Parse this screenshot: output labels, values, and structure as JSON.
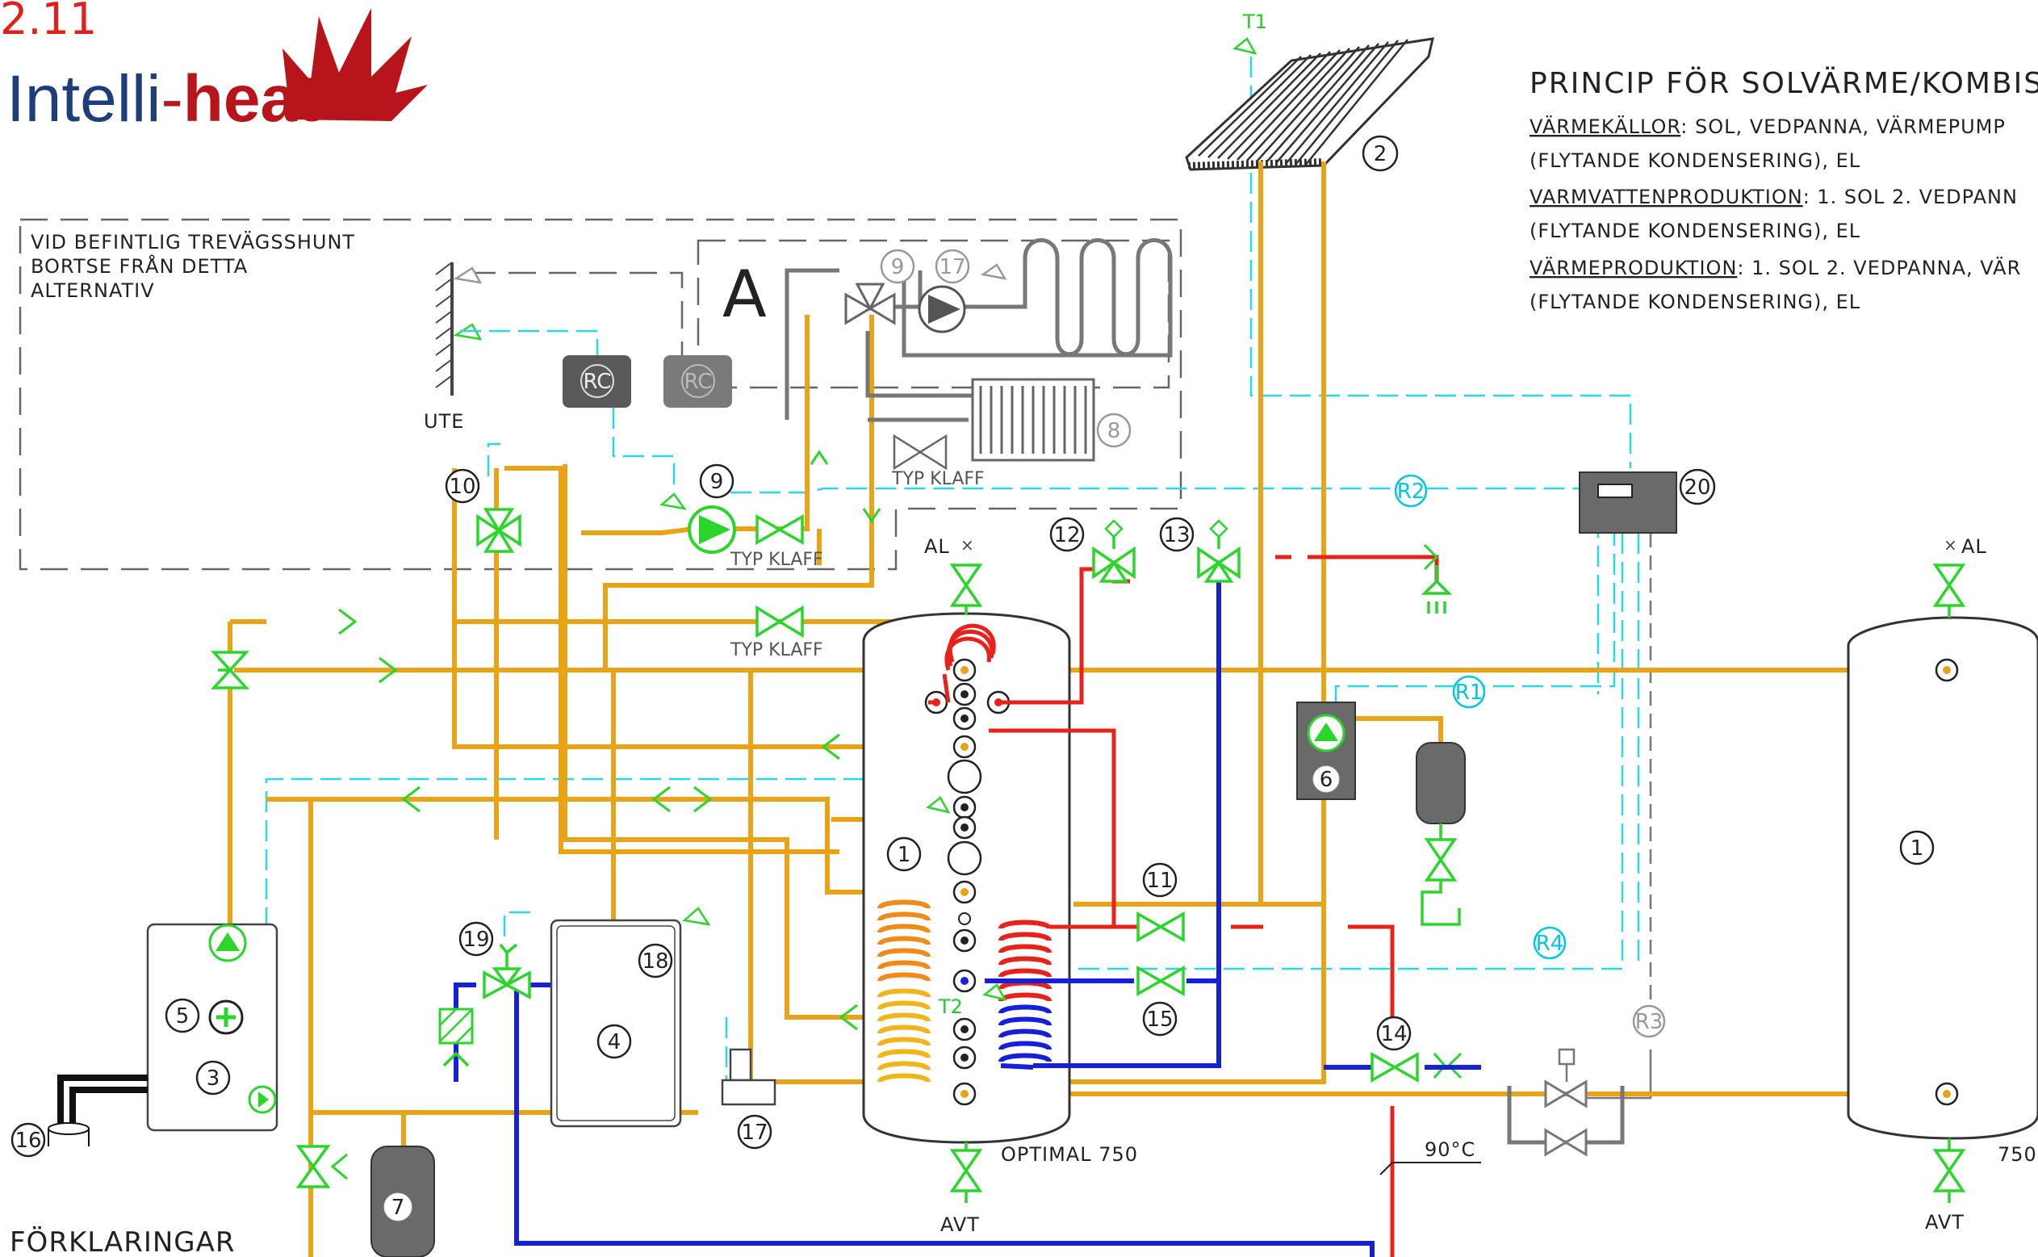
{
  "diagram_number": "2.11",
  "logo": {
    "part1": "Intelli",
    "part2": "heat"
  },
  "header": {
    "title": "PRINCIP FÖR SOLVÄRME/KOMBISYS",
    "lines": [
      {
        "label": "VÄRMEKÄLLOR",
        "text": ": SOL, VEDPANNA, VÄRMEPUMP"
      },
      {
        "label": "",
        "text": "(FLYTANDE KONDENSERING), EL"
      },
      {
        "label": "VARMVATTENPRODUKTION",
        "text": ":  1. SOL 2. VEDPANN"
      },
      {
        "label": "",
        "text": "(FLYTANDE KONDENSERING), EL"
      },
      {
        "label": "VÄRMEPRODUKTION",
        "text": ":  1. SOL 2. VEDPANNA, VÄR"
      },
      {
        "label": "",
        "text": "(FLYTANDE KONDENSERING), EL"
      }
    ]
  },
  "note_box": [
    "VID BEFINTLIG TREVÄGSSHUNT",
    "BORTSE FRÅN DETTA",
    "ALTERNATIV"
  ],
  "labels": {
    "ute": "UTE",
    "rc1": "RC",
    "rc2": "RC",
    "zone_a": "A",
    "typ_klaff_1": "TYP KLAFF",
    "typ_klaff_2": "TYP KLAFF",
    "typ_klaff_3": "TYP KLAFF",
    "al_left": "AL",
    "al_right": "AL",
    "avt_left": "AVT",
    "avt_right": "AVT",
    "tank_left_name": "OPTIMAL 750",
    "tank_right_name": "750",
    "temp": "90°C",
    "t1": "T1",
    "t2": "T2",
    "forklaringar": "FÖRKLARINGAR"
  },
  "signals": {
    "r1": "R1",
    "r2": "R2",
    "r3": "R3",
    "r4": "R4"
  },
  "components": {
    "c1a": "1",
    "c1b": "1",
    "c2": "2",
    "c3": "3",
    "c4": "4",
    "c5": "5",
    "c6": "6",
    "c7": "7",
    "c8": "8",
    "c9a": "9",
    "c9b": "9",
    "c10": "10",
    "c11": "11",
    "c12": "12",
    "c13": "13",
    "c14": "14",
    "c15": "15",
    "c16": "16",
    "c17a": "17",
    "c17b": "17",
    "c18": "18",
    "c19": "19",
    "c20": "20"
  },
  "colors": {
    "heating_pipe": "#e8a317",
    "hot_water": "#e8221a",
    "cold_water": "#1620d8",
    "signal": "#29d7e8",
    "valve": "#2ad62a",
    "logo_blue": "#1c3f7a",
    "logo_red": "#b8141b",
    "number_red": "#e0201a"
  }
}
